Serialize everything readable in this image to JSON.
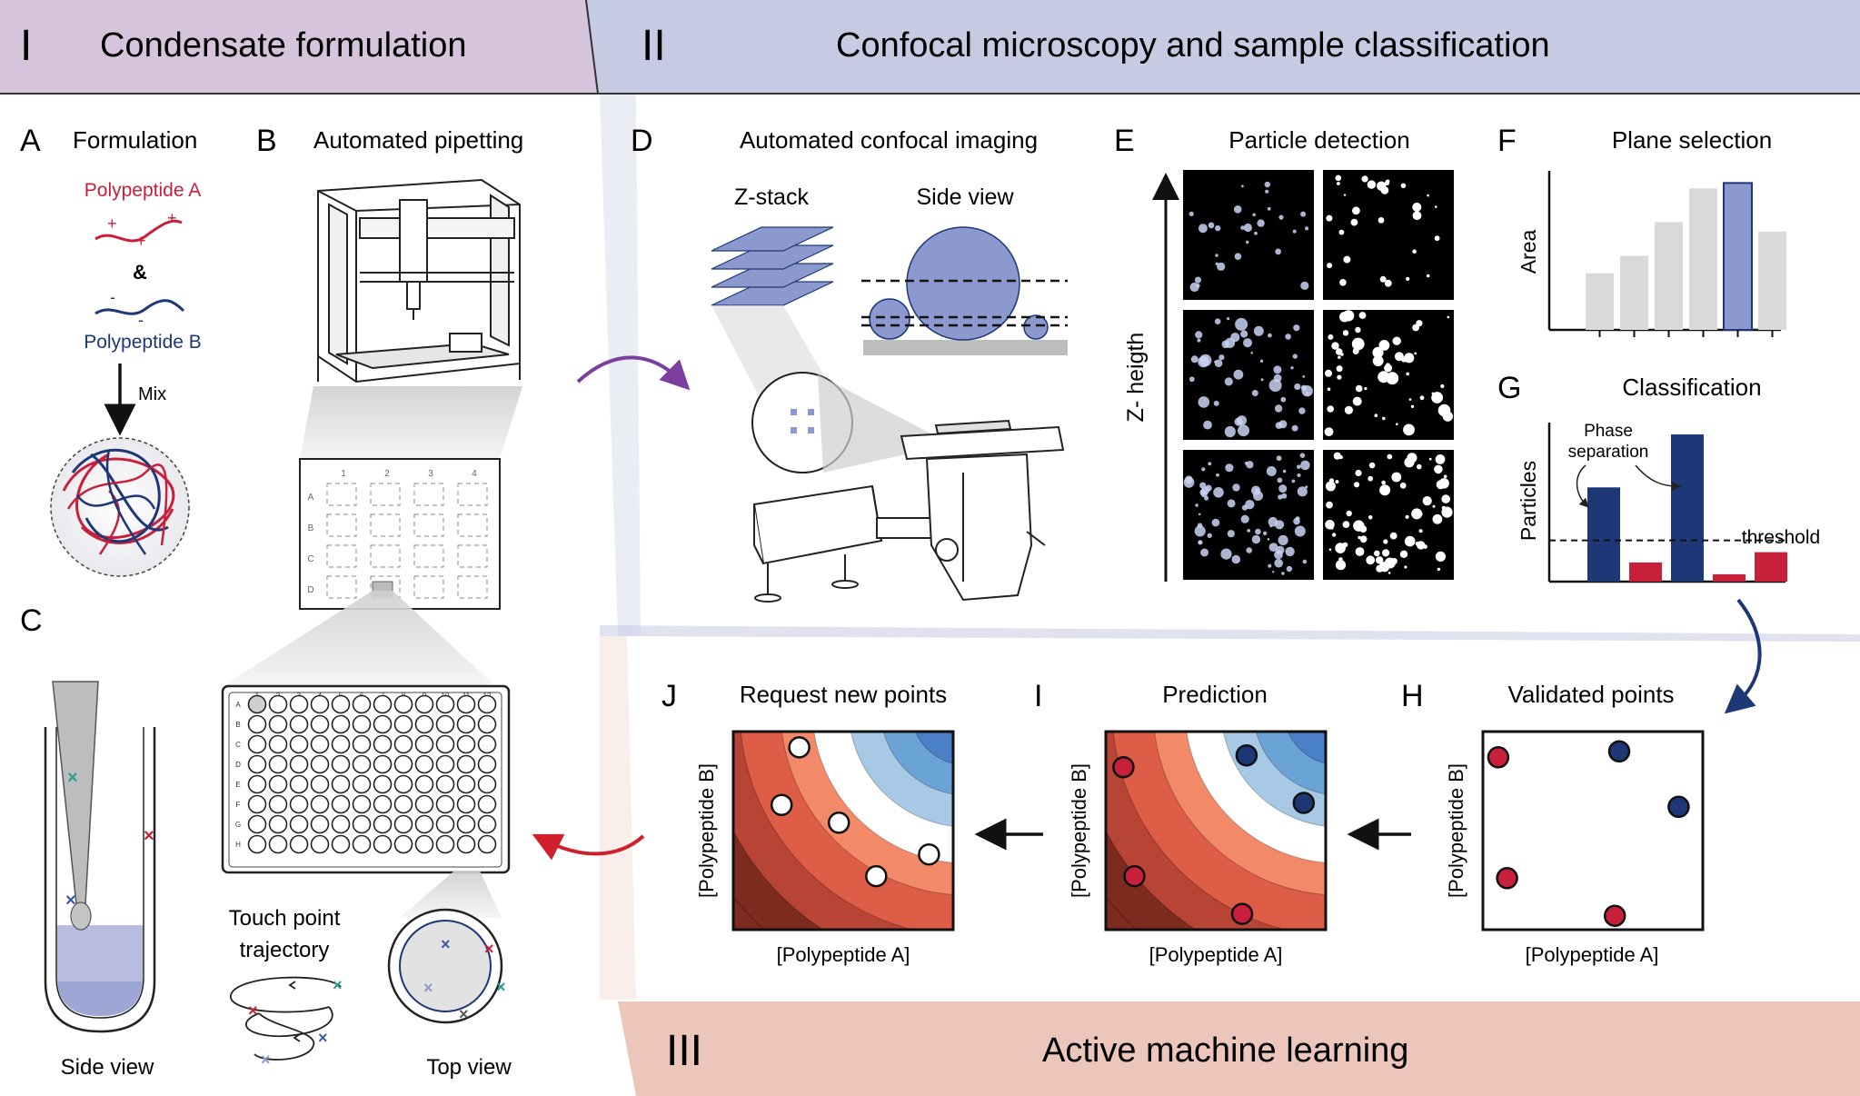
{
  "colors": {
    "banner1": "#d5c4dc",
    "banner2": "#c6cbe3",
    "banner3": "#ecc6bb",
    "red": "#c8203a",
    "navy": "#1d3777",
    "lavender": "#8c99cf",
    "bar_gray": "#d9d9d9",
    "arrow_purple": "#7b3f9e",
    "arrow_red": "#d0202e",
    "contour": [
      "#7d2a1f",
      "#b84436",
      "#dd5d46",
      "#f28a6a",
      "#ffffff",
      "#a8c9e6",
      "#6aa3d6",
      "#4a80c6",
      "#3a66b0"
    ]
  },
  "sections": {
    "s1": {
      "numeral": "I",
      "title": "Condensate formulation"
    },
    "s2": {
      "numeral": "II",
      "title": "Confocal microscopy and sample classification"
    },
    "s3": {
      "numeral": "III",
      "title": "Active machine learning"
    }
  },
  "panels": {
    "A": {
      "letter": "A",
      "title": "Formulation",
      "polyA": "Polypeptide A",
      "polyB": "Polypeptide B",
      "amp": "&",
      "mix": "Mix"
    },
    "B": {
      "letter": "B",
      "title": "Automated pipetting",
      "plate_cols": [
        "1",
        "2",
        "3",
        "4"
      ],
      "plate_rows": [
        "A",
        "B",
        "C",
        "D"
      ],
      "well_cols": [
        "1",
        "2",
        "3",
        "4",
        "5",
        "6",
        "7",
        "8",
        "9",
        "10",
        "11",
        "12"
      ],
      "well_rows": [
        "A",
        "B",
        "C",
        "D",
        "E",
        "F",
        "G",
        "H"
      ]
    },
    "C": {
      "letter": "C",
      "side_view": "Side view",
      "trajectory_line1": "Touch point",
      "trajectory_line2": "trajectory",
      "top_view": "Top view"
    },
    "D": {
      "letter": "D",
      "title": "Automated confocal imaging",
      "zstack": "Z-stack",
      "side_view": "Side view"
    },
    "E": {
      "letter": "E",
      "title": "Particle detection",
      "axis": "Z- heigth"
    },
    "F": {
      "letter": "F",
      "title": "Plane selection",
      "ylabel": "Area"
    },
    "G": {
      "letter": "G",
      "title": "Classification",
      "ylabel": "Particles",
      "annot_line1": "Phase",
      "annot_line2": "separation",
      "threshold": "threshold"
    },
    "H": {
      "letter": "H",
      "title": "Validated points",
      "xlabel": "[Polypeptide A]",
      "ylabel": "[Polypeptide B]"
    },
    "I": {
      "letter": "I",
      "title": "Prediction",
      "xlabel": "[Polypeptide A]",
      "ylabel": "[Polypeptide B]"
    },
    "J": {
      "letter": "J",
      "title": "Request new points",
      "xlabel": "[Polypeptide A]",
      "ylabel": "[Polypeptide B]"
    }
  },
  "chart_data": [
    {
      "type": "bar",
      "title": "Plane selection",
      "ylabel": "Area",
      "values": [
        0.42,
        0.55,
        0.8,
        1.05,
        1.09,
        0.73
      ],
      "highlight_index": 4,
      "ylim": [
        0,
        1.18
      ]
    },
    {
      "type": "bar",
      "title": "Classification",
      "ylabel": "Particles",
      "values": [
        0.64,
        0.13,
        1.0,
        0.05,
        0.2
      ],
      "classes": [
        "phase",
        "none",
        "phase",
        "none",
        "none"
      ],
      "threshold": 0.28,
      "ylim": [
        0,
        1.08
      ]
    },
    {
      "type": "scatter",
      "title": "Validated points",
      "xlabel": "[Polypeptide A]",
      "ylabel": "[Polypeptide B]",
      "xlim": [
        0,
        1
      ],
      "ylim": [
        0,
        1
      ],
      "points": [
        {
          "x": 0.07,
          "y": 0.87,
          "class": "red"
        },
        {
          "x": 0.62,
          "y": 0.9,
          "class": "blue"
        },
        {
          "x": 0.89,
          "y": 0.62,
          "class": "blue"
        },
        {
          "x": 0.11,
          "y": 0.26,
          "class": "red"
        },
        {
          "x": 0.6,
          "y": 0.07,
          "class": "red"
        }
      ]
    },
    {
      "type": "scatter",
      "title": "Prediction",
      "xlabel": "[Polypeptide A]",
      "ylabel": "[Polypeptide B]",
      "xlim": [
        0,
        1
      ],
      "ylim": [
        0,
        1
      ],
      "points": [
        {
          "x": 0.08,
          "y": 0.82,
          "class": "red"
        },
        {
          "x": 0.64,
          "y": 0.88,
          "class": "blue"
        },
        {
          "x": 0.9,
          "y": 0.64,
          "class": "blue"
        },
        {
          "x": 0.13,
          "y": 0.27,
          "class": "red"
        },
        {
          "x": 0.62,
          "y": 0.08,
          "class": "red"
        }
      ]
    },
    {
      "type": "scatter",
      "title": "Request new points",
      "xlabel": "[Polypeptide A]",
      "ylabel": "[Polypeptide B]",
      "xlim": [
        0,
        1
      ],
      "ylim": [
        0,
        1
      ],
      "points": [
        {
          "x": 0.3,
          "y": 0.92,
          "class": "new"
        },
        {
          "x": 0.22,
          "y": 0.63,
          "class": "new"
        },
        {
          "x": 0.48,
          "y": 0.54,
          "class": "new"
        },
        {
          "x": 0.65,
          "y": 0.27,
          "class": "new"
        },
        {
          "x": 0.89,
          "y": 0.38,
          "class": "new"
        }
      ]
    }
  ]
}
